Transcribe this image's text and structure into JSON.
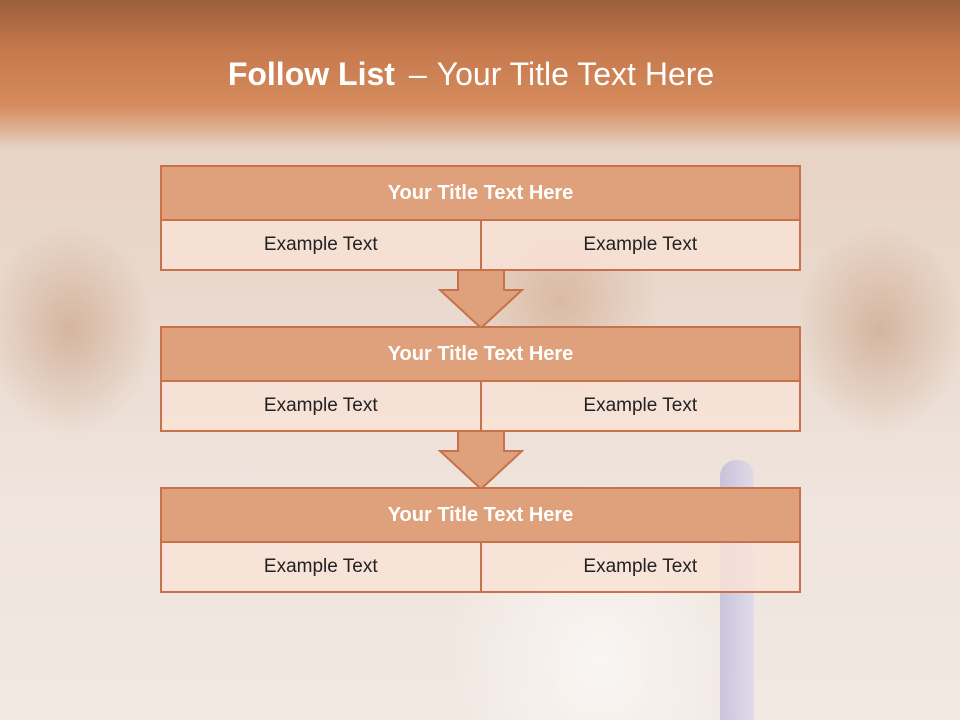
{
  "slide": {
    "title_bold": "Follow List",
    "title_sep": "–",
    "title_rest": "Your Title Text Here"
  },
  "steps": [
    {
      "title": "Your Title Text Here",
      "left": "Example Text",
      "right": "Example Text"
    },
    {
      "title": "Your Title Text Here",
      "left": "Example Text",
      "right": "Example Text"
    },
    {
      "title": "Your Title Text Here",
      "left": "Example Text",
      "right": "Example Text"
    }
  ],
  "colors": {
    "accent": "#c8714a",
    "title_fill": "#dfa17b",
    "cell_fill": "#f8e2d6",
    "header_band": "#c77a4d"
  }
}
